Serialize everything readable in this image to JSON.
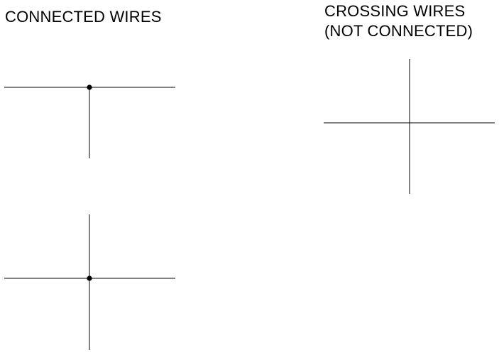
{
  "labels": {
    "connected_title": "CONNECTED WIRES",
    "crossing_title_line1": "CROSSING WIRES",
    "crossing_title_line2": "(NOT CONNECTED)"
  },
  "colors": {
    "wire": "#000000",
    "background": "#ffffff"
  }
}
